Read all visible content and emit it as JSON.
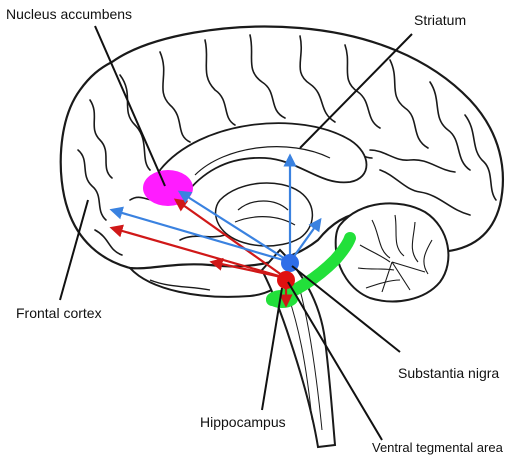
{
  "labels": {
    "nucleus_accumbens": "Nucleus accumbens",
    "striatum": "Striatum",
    "frontal_cortex": "Frontal cortex",
    "substantia_nigra": "Substantia nigra",
    "hippocampus": "Hippocampus",
    "ventral_tegmental_area": "Ventral tegmental area"
  },
  "colors": {
    "nucleus_accumbens_fill": "#ff1cff",
    "vta_fill": "#e01010",
    "substantia_nigra_fill": "#2f6ee8",
    "mesolimbic_band": "#22e03a",
    "pathway_red": "#d01818",
    "pathway_blue": "#3a82e0",
    "outline": "#1a1a1a"
  }
}
